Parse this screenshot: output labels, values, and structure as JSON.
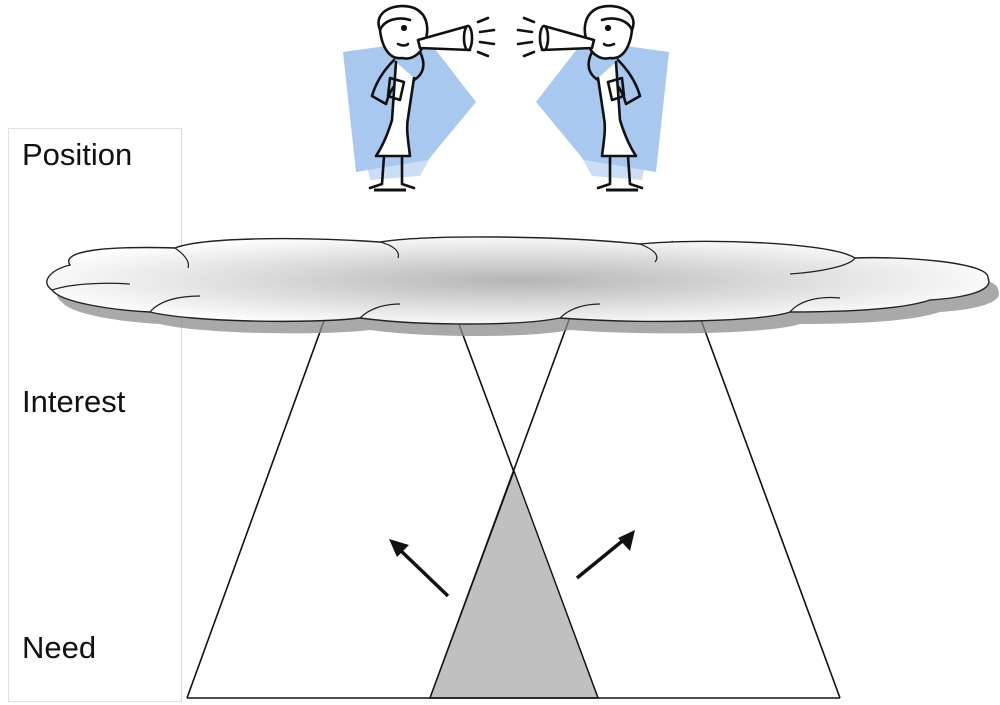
{
  "levels": {
    "position": "Position",
    "interest": "Interest",
    "need": "Need"
  },
  "colors": {
    "overlap_fill": "#c0c0c0",
    "figure_backdrop": "#a8c8f0",
    "figure_outline": "#111111",
    "cloud_gradient_center": "#bdbdbd",
    "cloud_gradient_edge": "#ffffff"
  },
  "icons": [
    "person-with-megaphone-left",
    "person-with-megaphone-right",
    "cloud",
    "arrow-up-left",
    "arrow-up-right"
  ]
}
